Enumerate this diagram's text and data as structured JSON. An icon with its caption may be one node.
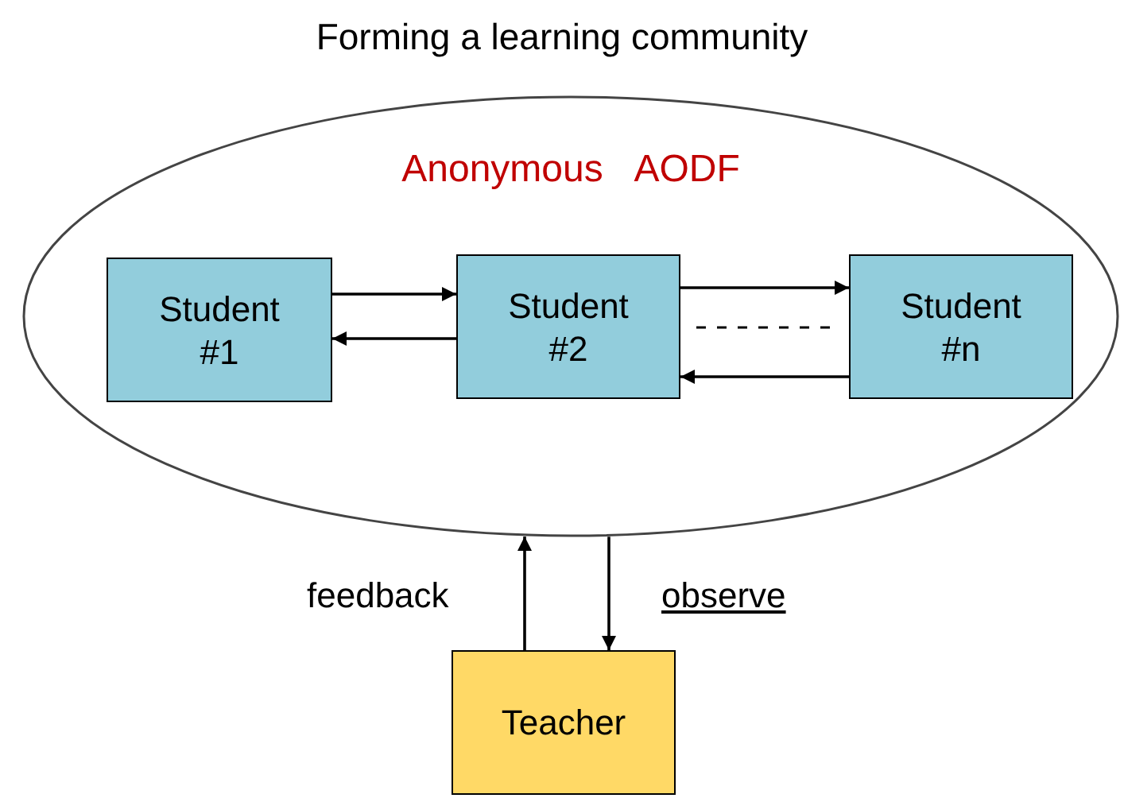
{
  "diagram": {
    "title": "Forming a learning community",
    "nodes": [
      {
        "text": [
          "Anonymous AODF"
        ]
      },
      {
        "text": [
          "Student #1"
        ],
        "in": 0
      },
      {
        "text": [
          "Student #2"
        ],
        "in": 0
      },
      {
        "text": [
          "Student #n"
        ],
        "in": 0
      },
      {
        "text": [
          "Teacher"
        ]
      }
    ],
    "edges": [
      {
        "from": 1,
        "to": 2,
        "arrow": "to"
      },
      {
        "from": 2,
        "to": 1,
        "arrow": "to"
      },
      {
        "from": 2,
        "to": 3,
        "arrow": "to"
      },
      {
        "from": 2,
        "to": 3,
        "arrow": "none",
        "style": "dashed"
      },
      {
        "from": 3,
        "to": 2,
        "arrow": "to"
      },
      {
        "from": 4,
        "to": 0,
        "arrow": "to",
        "label": "feedback"
      },
      {
        "from": 0,
        "to": 4,
        "arrow": "to",
        "label": "observe"
      }
    ]
  }
}
